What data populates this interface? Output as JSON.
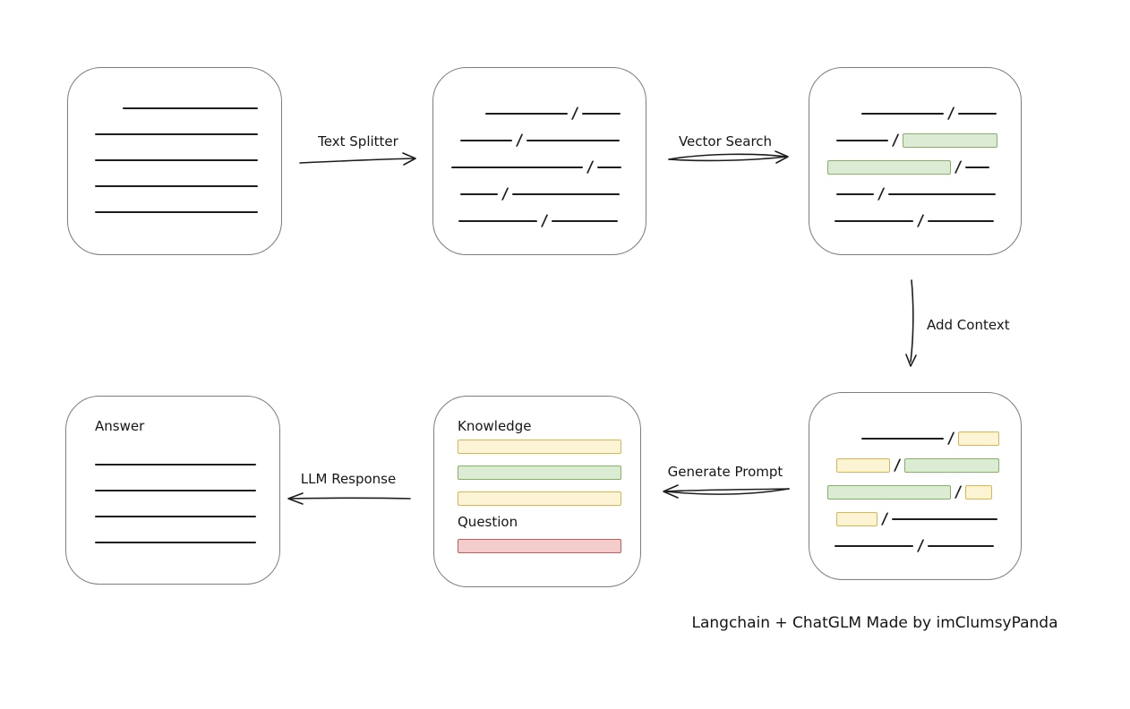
{
  "colors": {
    "line": "#1d1d1d",
    "box_border": "#7d7d7d",
    "green_fill": "#dcebd4",
    "green_border": "#85b066",
    "yellow_fill": "#fdf4d5",
    "yellow_border": "#d9b64f",
    "red_fill": "#f3cdcc",
    "red_border": "#bf5f5b"
  },
  "labels": {
    "text_splitter": "Text Splitter",
    "vector_search": "Vector Search",
    "add_context": "Add Context",
    "generate_prompt": "Generate Prompt",
    "llm_response": "LLM Response",
    "slash": "/",
    "attribution": "Langchain + ChatGLM Made by imClumsyPanda"
  },
  "doc_box": {
    "rows": [
      {
        "indent": 31,
        "segs": [
          {
            "t": "line",
            "w": 151
          }
        ]
      },
      {
        "indent": 0,
        "segs": [
          {
            "t": "line",
            "w": 182
          }
        ]
      },
      {
        "indent": 0,
        "segs": [
          {
            "t": "line",
            "w": 182
          }
        ]
      },
      {
        "indent": 0,
        "segs": [
          {
            "t": "line",
            "w": 182
          }
        ]
      },
      {
        "indent": 0,
        "segs": [
          {
            "t": "line",
            "w": 182
          }
        ]
      }
    ]
  },
  "chunks_box": {
    "rows": [
      {
        "indent": 38,
        "segs": [
          {
            "t": "line",
            "w": 92
          },
          {
            "t": "slash"
          },
          {
            "t": "line",
            "w": 43
          }
        ]
      },
      {
        "indent": 10,
        "segs": [
          {
            "t": "line",
            "w": 58
          },
          {
            "t": "slash"
          },
          {
            "t": "line",
            "w": 104
          }
        ]
      },
      {
        "indent": 0,
        "segs": [
          {
            "t": "line",
            "w": 147
          },
          {
            "t": "slash"
          },
          {
            "t": "line",
            "w": 27
          }
        ]
      },
      {
        "indent": 10,
        "segs": [
          {
            "t": "line",
            "w": 42
          },
          {
            "t": "slash"
          },
          {
            "t": "line",
            "w": 120
          }
        ]
      },
      {
        "indent": 8,
        "segs": [
          {
            "t": "line",
            "w": 88
          },
          {
            "t": "slash"
          },
          {
            "t": "line",
            "w": 74
          }
        ]
      }
    ]
  },
  "matched_box": {
    "rows": [
      {
        "indent": 38,
        "segs": [
          {
            "t": "line",
            "w": 92
          },
          {
            "t": "slash"
          },
          {
            "t": "line",
            "w": 43
          }
        ]
      },
      {
        "indent": 10,
        "segs": [
          {
            "t": "line",
            "w": 58
          },
          {
            "t": "slash"
          },
          {
            "t": "green",
            "w": 106
          }
        ]
      },
      {
        "indent": 0,
        "segs": [
          {
            "t": "green",
            "w": 138
          },
          {
            "t": "slash"
          },
          {
            "t": "line",
            "w": 27
          }
        ]
      },
      {
        "indent": 10,
        "segs": [
          {
            "t": "line",
            "w": 42
          },
          {
            "t": "slash"
          },
          {
            "t": "line",
            "w": 120
          }
        ]
      },
      {
        "indent": 8,
        "segs": [
          {
            "t": "line",
            "w": 88
          },
          {
            "t": "slash"
          },
          {
            "t": "line",
            "w": 74
          }
        ]
      }
    ]
  },
  "context_box": {
    "rows": [
      {
        "indent": 38,
        "segs": [
          {
            "t": "line",
            "w": 92
          },
          {
            "t": "slash"
          },
          {
            "t": "yellow",
            "w": 46
          }
        ]
      },
      {
        "indent": 10,
        "segs": [
          {
            "t": "yellow",
            "w": 60
          },
          {
            "t": "slash"
          },
          {
            "t": "green",
            "w": 106
          }
        ]
      },
      {
        "indent": 0,
        "segs": [
          {
            "t": "green",
            "w": 138
          },
          {
            "t": "slash"
          },
          {
            "t": "yellow",
            "w": 30
          }
        ]
      },
      {
        "indent": 10,
        "segs": [
          {
            "t": "yellow",
            "w": 46
          },
          {
            "t": "slash"
          },
          {
            "t": "line",
            "w": 118
          }
        ]
      },
      {
        "indent": 8,
        "segs": [
          {
            "t": "line",
            "w": 88
          },
          {
            "t": "slash"
          },
          {
            "t": "line",
            "w": 74
          }
        ]
      }
    ]
  },
  "prompt_box": {
    "title_knowledge": "Knowledge",
    "title_question": "Question",
    "knowledge_rows": [
      {
        "indent": 0,
        "segs": [
          {
            "t": "yellow",
            "w": 183
          }
        ]
      },
      {
        "indent": 0,
        "segs": [
          {
            "t": "green",
            "w": 183
          }
        ]
      },
      {
        "indent": 0,
        "segs": [
          {
            "t": "yellow",
            "w": 183
          }
        ]
      }
    ],
    "question_rows": [
      {
        "indent": 0,
        "segs": [
          {
            "t": "red",
            "w": 183
          }
        ]
      }
    ]
  },
  "answer_box": {
    "title": "Answer",
    "rows": [
      {
        "indent": 0,
        "segs": [
          {
            "t": "line",
            "w": 180
          }
        ]
      },
      {
        "indent": 0,
        "segs": [
          {
            "t": "line",
            "w": 180
          }
        ]
      },
      {
        "indent": 0,
        "segs": [
          {
            "t": "line",
            "w": 180
          }
        ]
      },
      {
        "indent": 0,
        "segs": [
          {
            "t": "line",
            "w": 180
          }
        ]
      }
    ]
  }
}
